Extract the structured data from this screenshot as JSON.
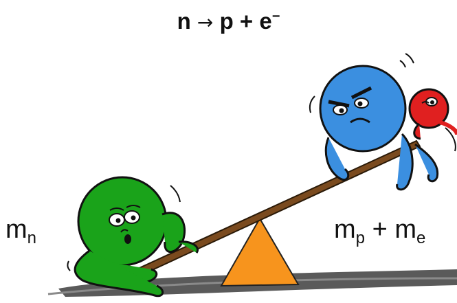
{
  "equation": {
    "lhs": "n",
    "arrow": "→",
    "p": "p",
    "plus": "+",
    "e": "e",
    "e_charge": "−"
  },
  "labels": {
    "left_symbol": "m",
    "left_sub": "n",
    "right_symbol_1": "m",
    "right_sub_1": "p",
    "right_plus": "+",
    "right_symbol_2": "m",
    "right_sub_2": "e"
  },
  "colors": {
    "neutron": "#1aa31a",
    "proton": "#3b8fe0",
    "electron": "#e02020",
    "fulcrum": "#f7941d",
    "plank": "#7a4a1e",
    "ground": "#555555"
  }
}
